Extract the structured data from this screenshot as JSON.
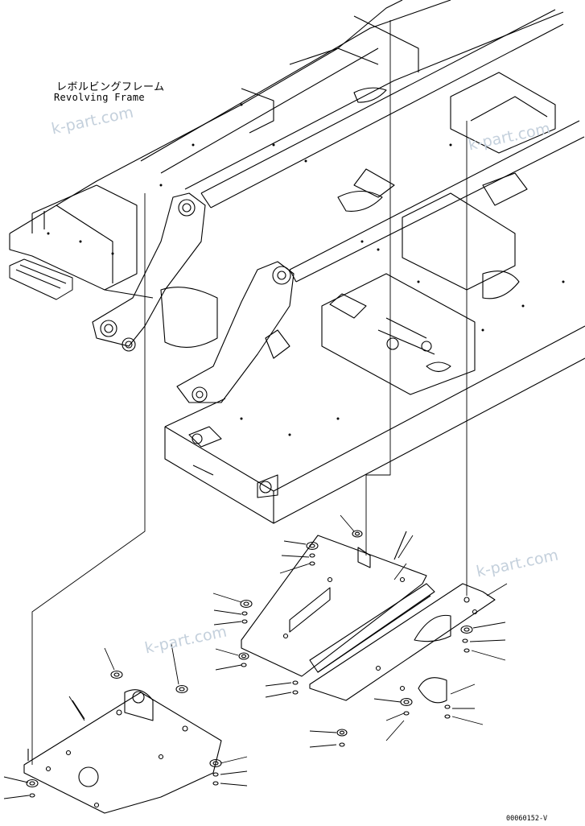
{
  "labels": {
    "part_name_jp": "レボルビングフレーム",
    "part_name_en": "Revolving Frame",
    "drawing_code": "00060152-V"
  },
  "watermark": "k-part.com",
  "colors": {
    "line": "#000000",
    "background": "#ffffff",
    "watermark": "#c4d0dc"
  }
}
